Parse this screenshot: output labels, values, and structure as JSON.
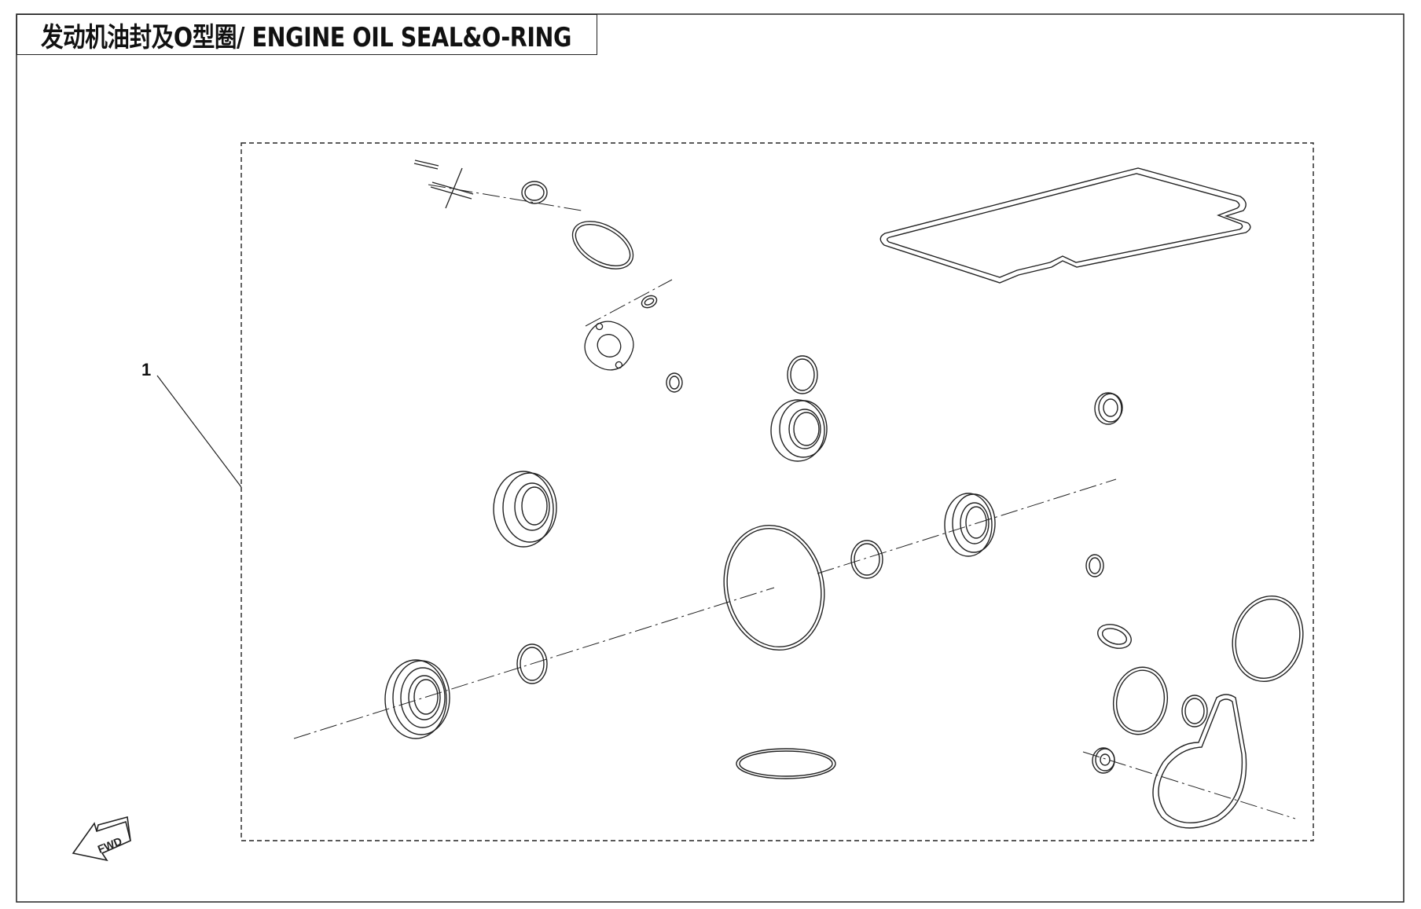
{
  "diagram": {
    "title": "发动机油封及O型圈/ ENGINE OIL SEAL&O-RING",
    "callout_number": "1",
    "direction_label": "FWD"
  },
  "colors": {
    "line": "#1a1a1a",
    "background": "#ffffff"
  }
}
